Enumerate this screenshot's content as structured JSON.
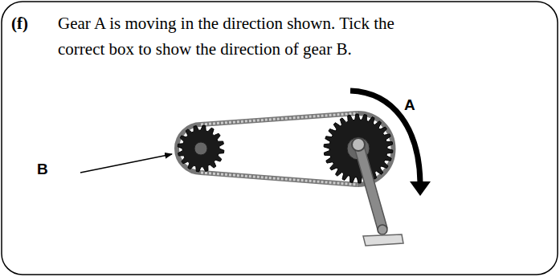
{
  "diagram": {
    "labels": [
      "(f)",
      "Gear A is moving in the direction shown. Tick the correct box to show the direction of gear B.",
      "A",
      "B"
    ]
  }
}
